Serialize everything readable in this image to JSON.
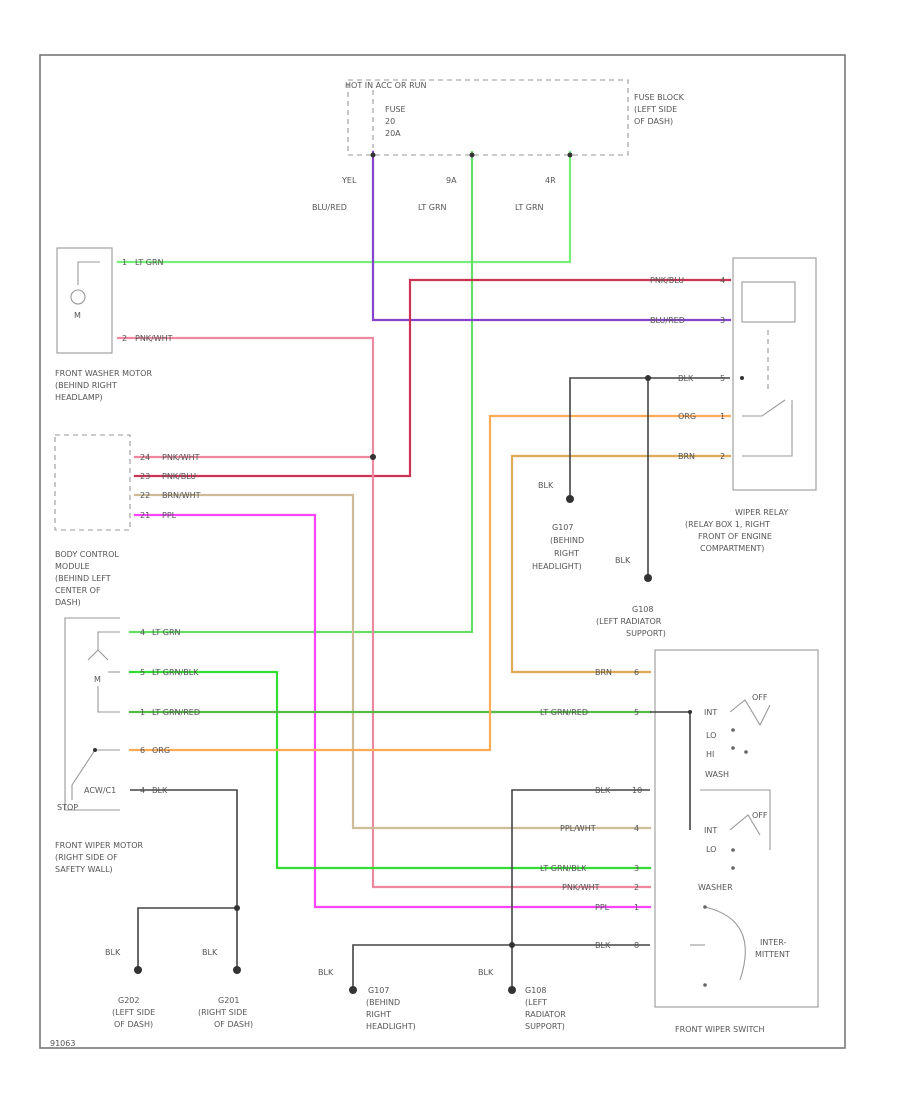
{
  "colors": {
    "lt_grn": "#77ee77",
    "blu_red": "#8844cc",
    "pnk_blu": "#cc3355",
    "pnk_wht": "#ee88a0",
    "brn_wht": "#cdbb99",
    "ppl": "#ff44ff",
    "lt_grn_blk": "#33dd33",
    "lt_grn_red": "#55bb44",
    "org": "#ffaa55",
    "brn": "#ddaa55",
    "ppl_wht": "#bbaa44",
    "blk": "#444444"
  },
  "fuse_block": {
    "header": "HOT IN ACC OR RUN",
    "fuse": [
      "FUSE",
      "20",
      "20A"
    ],
    "label": [
      "FUSE BLOCK",
      "(LEFT SIDE",
      "OF DASH)"
    ],
    "pins": [
      "YEL",
      "9A",
      "4R"
    ],
    "wires": [
      "BLU/RED",
      "LT GRN",
      "LT GRN"
    ]
  },
  "washer_motor": {
    "label": [
      "FRONT WASHER MOTOR",
      "(BEHIND RIGHT",
      "HEADLAMP)"
    ],
    "pins": [
      "1",
      "2"
    ],
    "wires": [
      "LT GRN",
      "PNK/WHT"
    ]
  },
  "bcm": {
    "label": [
      "BODY CONTROL",
      "MODULE",
      "(BEHIND LEFT",
      "CENTER OF",
      "DASH)"
    ],
    "pins": [
      "24",
      "23",
      "22",
      "21"
    ],
    "wires": [
      "PNK/WHT",
      "PNK/BLU",
      "BRN/WHT",
      "PPL"
    ]
  },
  "wiper_motor": {
    "label": [
      "FRONT WIPER MOTOR",
      "(RIGHT SIDE OF",
      "SAFETY WALL)"
    ],
    "pins": [
      "4",
      "5",
      "1",
      "6",
      "4"
    ],
    "wires": [
      "LT GRN",
      "LT GRN/BLK",
      "LT GRN/RED",
      "ORG",
      "BLK"
    ],
    "park_label": "M",
    "stop_label": "STOP",
    "acw_label": "ACW/C1"
  },
  "relay": {
    "label": [
      "WIPER RELAY",
      "(RELAY BOX 1, RIGHT",
      "FRONT OF ENGINE",
      "COMPARTMENT)"
    ],
    "wires": [
      "PNK/BLU",
      "BLU/RED",
      "BLK",
      "ORG",
      "BRN"
    ],
    "pins": [
      "4",
      "3",
      "5",
      "1",
      "2"
    ]
  },
  "ground_g107_right": {
    "label": [
      "G107",
      "(BEHIND",
      "RIGHT",
      "HEADLIGHT)"
    ],
    "wire": "BLK"
  },
  "ground_g108_upper": {
    "label": [
      "G108",
      "(LEFT RADIATOR",
      "SUPPORT)"
    ],
    "wire": "BLK"
  },
  "wiper_switch": {
    "label": "FRONT WIPER SWITCH",
    "wires": [
      "BRN",
      "LT GRN/RED",
      "BLK",
      "PPL/WHT",
      "LT GRN/BLK",
      "PNK/WHT",
      "PPL",
      "BLK"
    ],
    "pins": [
      "6",
      "5",
      "10",
      "4",
      "3",
      "2",
      "1",
      "8"
    ],
    "pos_top": [
      "OFF",
      "INT",
      "LO",
      "HI"
    ],
    "wash": "WASH",
    "pos_bottom": [
      "OFF",
      "INT",
      "LO"
    ],
    "washer_pos": "WASHER",
    "intermittent": [
      "INTER-",
      "MITTENT"
    ]
  },
  "ground_g202": {
    "label": [
      "G202",
      "(LEFT SIDE",
      "OF DASH)"
    ],
    "wire": "BLK"
  },
  "ground_g201": {
    "label": [
      "G201",
      "(RIGHT SIDE",
      "OF DASH)"
    ],
    "wire": "BLK"
  },
  "ground_g107_bottom": {
    "label": [
      "G107",
      "(BEHIND",
      "RIGHT",
      "HEADLIGHT)"
    ],
    "wire": "BLK"
  },
  "ground_g108_bottom": {
    "label": [
      "G108",
      "(LEFT",
      "RADIATOR",
      "SUPPORT)"
    ],
    "wire": "BLK"
  },
  "footer_code": "91063"
}
